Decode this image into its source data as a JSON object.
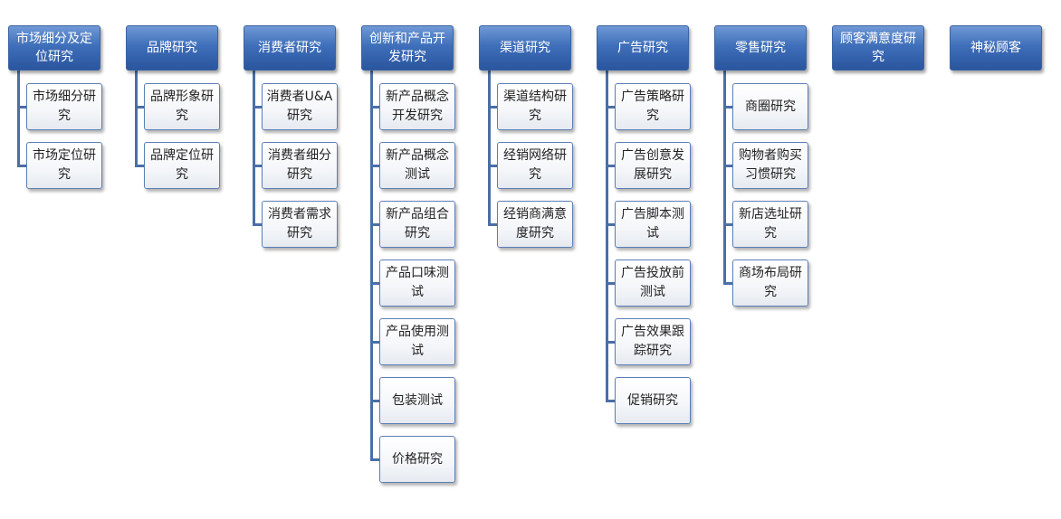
{
  "columns": [
    {
      "title": "市场细分及定位研究",
      "children": [
        "市场细分研究",
        "市场定位研究"
      ]
    },
    {
      "title": "品牌研究",
      "children": [
        "品牌形象研究",
        "品牌定位研究"
      ]
    },
    {
      "title": "消费者研究",
      "children": [
        "消费者U&A研究",
        "消费者细分研究",
        "消费者需求研究"
      ]
    },
    {
      "title": "创新和产品开发研究",
      "children": [
        "新产品概念开发研究",
        "新产品概念测试",
        "新产品组合研究",
        "产品口味测试",
        "产品使用测试",
        "包装测试",
        "价格研究"
      ]
    },
    {
      "title": "渠道研究",
      "children": [
        "渠道结构研究",
        "经销网络研究",
        "经销商满意度研究"
      ]
    },
    {
      "title": "广告研究",
      "children": [
        "广告策略研究",
        "广告创意发展研究",
        "广告脚本测试",
        "广告投放前测试",
        "广告效果跟踪研究",
        "促销研究"
      ]
    },
    {
      "title": "零售研究",
      "children": [
        "商圈研究",
        "购物者购买习惯研究",
        "新店选址研究",
        "商场布局研究"
      ]
    },
    {
      "title": "顾客满意度研究",
      "children": []
    },
    {
      "title": "神秘顾客",
      "children": []
    }
  ]
}
